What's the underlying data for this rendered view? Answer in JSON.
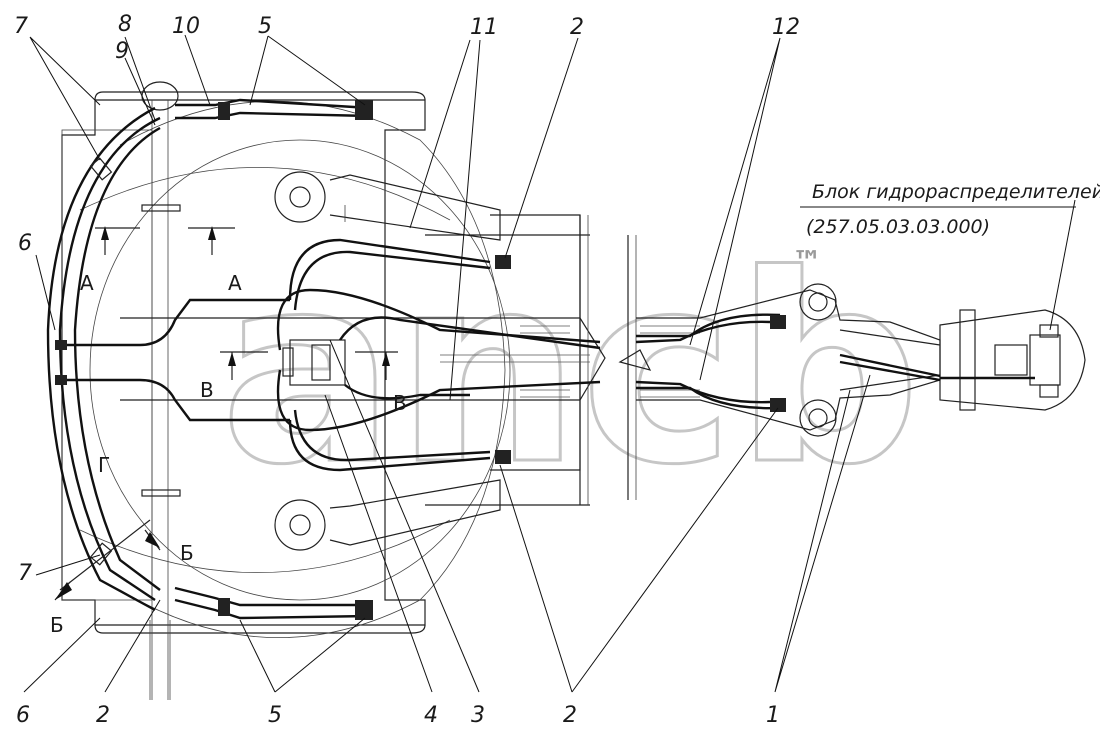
{
  "note": {
    "title": "Блок гидрораспределителей",
    "code": "(257.05.03.03.000)"
  },
  "callouts": {
    "c7_top": "7",
    "c8": "8",
    "c9": "9",
    "c10": "10",
    "c5_top": "5",
    "c11": "11",
    "c2_top": "2",
    "c12": "12",
    "c6_left": "6",
    "c7_bottom": "7",
    "c6_bottom": "6",
    "c2_bottom": "2",
    "c5_bottom": "5",
    "c4": "4",
    "c3": "3",
    "c2_bottom_right": "2",
    "c1": "1"
  },
  "sections": {
    "a_left": "А",
    "a_right": "А",
    "v_left": "В",
    "v_right": "В",
    "g": "Г",
    "b_upper": "Б",
    "b_lower": "Б"
  },
  "watermark": {
    "text": "ancb",
    "tm": "™"
  }
}
